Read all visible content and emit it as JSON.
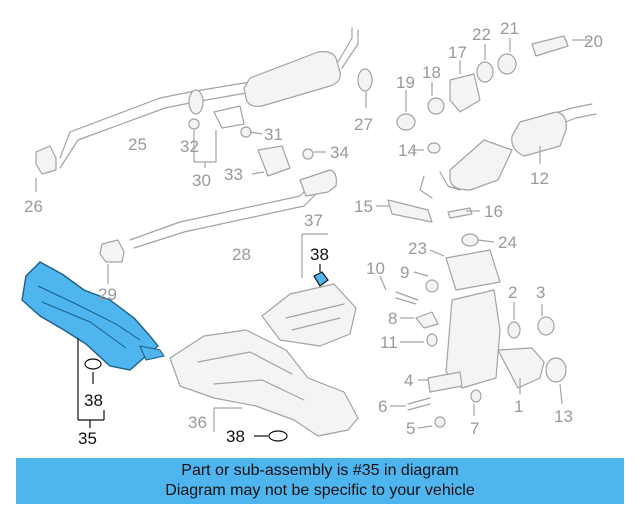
{
  "callouts": {
    "c1": "1",
    "c2": "2",
    "c3": "3",
    "c4": "4",
    "c5": "5",
    "c6": "6",
    "c7": "7",
    "c8": "8",
    "c9": "9",
    "c10": "10",
    "c11": "11",
    "c12": "12",
    "c13": "13",
    "c14": "14",
    "c15": "15",
    "c16": "16",
    "c17": "17",
    "c18": "18",
    "c19": "19",
    "c20": "20",
    "c21": "21",
    "c22": "22",
    "c23": "23",
    "c24": "24",
    "c25": "25",
    "c26": "26",
    "c27": "27",
    "c28": "28",
    "c29": "29",
    "c30": "30",
    "c31": "31",
    "c32": "32",
    "c33": "33",
    "c34": "34",
    "c35": "35",
    "c36": "36",
    "c37": "37",
    "c38a": "38",
    "c38b": "38",
    "c38c": "38"
  },
  "highlight_color": "#4fb5ef",
  "banner": {
    "line1": "Part or sub-assembly is #35 in diagram",
    "line2": "Diagram may not be specific to your vehicle"
  }
}
